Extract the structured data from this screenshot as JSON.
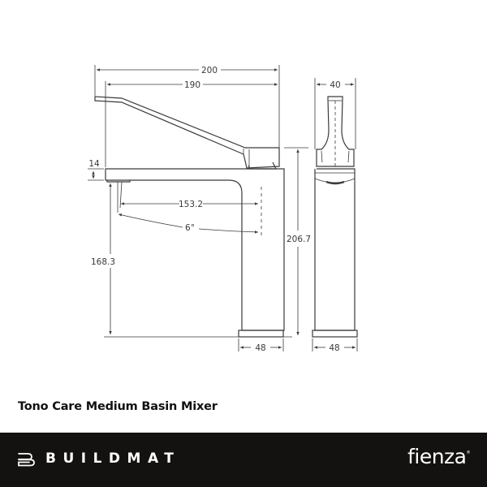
{
  "drawing": {
    "side_view": {
      "dims": {
        "overall_width": "200",
        "lever_width": "190",
        "spout_thickness": "14",
        "spout_reach": "153.2",
        "angle": "6°",
        "spout_height": "168.3",
        "overall_height": "206.7",
        "base_width": "48"
      }
    },
    "front_view": {
      "dims": {
        "top_width": "40",
        "base_width": "48"
      }
    },
    "line_color": "#3a3a3a"
  },
  "product": {
    "title": "Tono Care Medium Basin Mixer"
  },
  "footer": {
    "background": "#141210",
    "brand_left": "BUILDMAT",
    "brand_right": "fienza",
    "brand_right_mark": "®"
  }
}
